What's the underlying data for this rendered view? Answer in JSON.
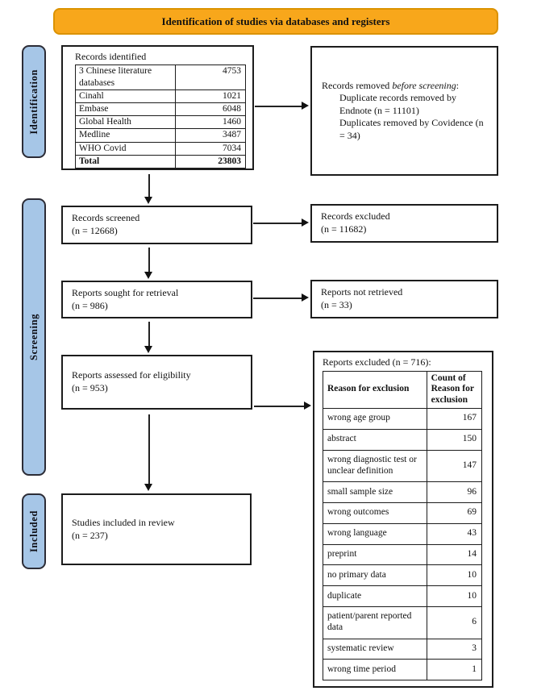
{
  "banner": {
    "title": "Identification of studies via databases and registers"
  },
  "stage_labels": [
    {
      "id": "identification",
      "text": "Identification"
    },
    {
      "id": "screening",
      "text": "Screening"
    },
    {
      "id": "included",
      "text": "Included"
    }
  ],
  "boxes": {
    "records_identified": {
      "title": "Records identified",
      "table": {
        "rows": [
          {
            "label": "3 Chinese literature databases",
            "value": "4753"
          },
          {
            "label": "Cinahl",
            "value": "1021"
          },
          {
            "label": "Embase",
            "value": "6048"
          },
          {
            "label": "Global Health",
            "value": "1460"
          },
          {
            "label": "Medline",
            "value": "3487"
          },
          {
            "label": "WHO Covid",
            "value": "7034"
          },
          {
            "label": "Total",
            "value": "23803"
          }
        ]
      }
    },
    "records_removed": {
      "line1_prefix": "Records removed ",
      "line1_italic": "before screening",
      "line1_suffix": ":",
      "items": [
        "Duplicate records removed by Endnote (n = 11101)",
        "Duplicates removed by Covidence (n = 34)"
      ]
    },
    "records_screened": {
      "line1": "Records screened",
      "line2": "(n = 12668)"
    },
    "records_excluded": {
      "line1": "Records excluded",
      "line2": "(n = 11682)"
    },
    "reports_sought": {
      "line1": "Reports sought for retrieval",
      "line2": "(n = 986)"
    },
    "reports_not_retrieved": {
      "line1": "Reports not retrieved",
      "line2": "(n = 33)"
    },
    "reports_assessed": {
      "line1": "Reports assessed for eligibility",
      "line2": "(n = 953)"
    },
    "reports_excluded": {
      "title": "Reports excluded (n = 716):",
      "table": {
        "header": {
          "reason": "Reason for exclusion",
          "count": "Count of Reason for exclusion"
        },
        "rows": [
          {
            "reason": "wrong age group",
            "count": "167"
          },
          {
            "reason": "abstract",
            "count": "150"
          },
          {
            "reason": "wrong diagnostic test or unclear definition",
            "count": "147"
          },
          {
            "reason": "small sample size",
            "count": "96"
          },
          {
            "reason": "wrong outcomes",
            "count": "69"
          },
          {
            "reason": "wrong language",
            "count": "43"
          },
          {
            "reason": "preprint",
            "count": "14"
          },
          {
            "reason": "no primary data",
            "count": "10"
          },
          {
            "reason": "duplicate",
            "count": "10"
          },
          {
            "reason": "patient/parent reported data",
            "count": "6"
          },
          {
            "reason": "systematic review",
            "count": "3"
          },
          {
            "reason": "wrong time period",
            "count": "1"
          }
        ]
      }
    },
    "studies_included": {
      "line1": "Studies included in review",
      "line2": "(n = 237)"
    }
  },
  "colors": {
    "banner_fill": "#F8A71B",
    "banner_border": "#DB9200",
    "stage_label_fill": "#A6C6E7",
    "stage_label_border": "#2C2C36",
    "box_border": "#1C1C1C"
  }
}
